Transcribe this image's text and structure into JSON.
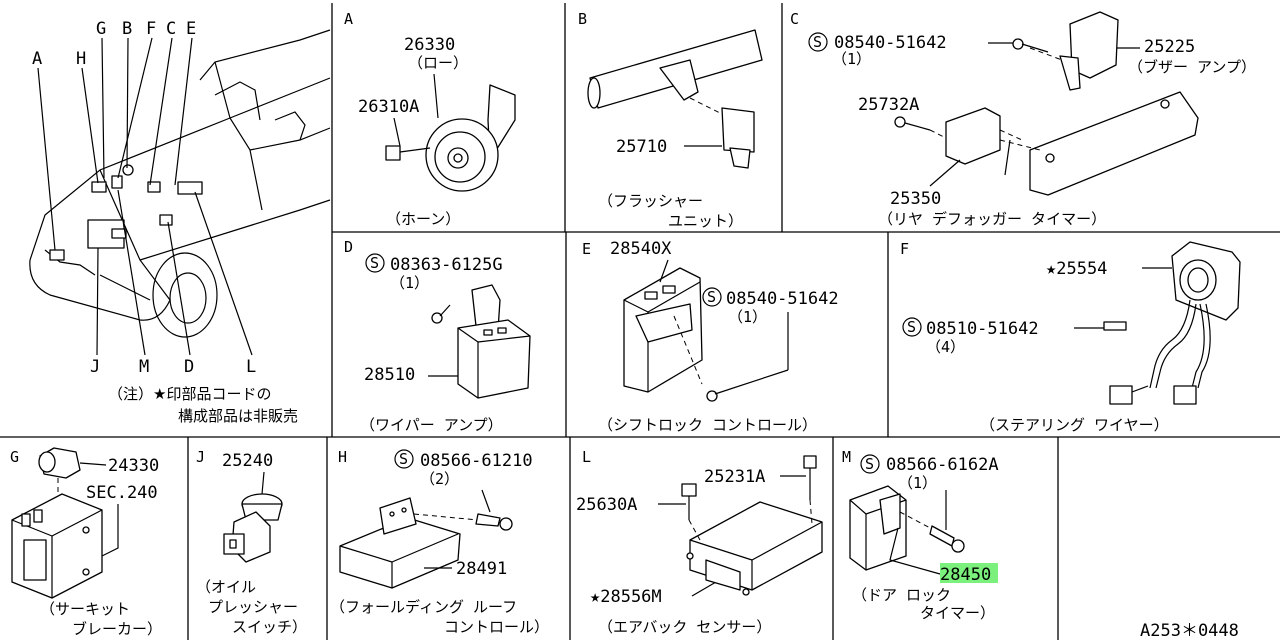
{
  "overview": {
    "letters": [
      "A",
      "H",
      "G",
      "B",
      "F",
      "C",
      "E",
      "J",
      "M",
      "D",
      "L"
    ],
    "note_line1": "（注）★印部品コードの",
    "note_line2": "構成部品は非販売"
  },
  "panels": {
    "A": {
      "letter": "A",
      "parts": [
        "26330",
        "（ロー）",
        "26310A"
      ],
      "caption": [
        "（ホーン）"
      ]
    },
    "B": {
      "letter": "B",
      "parts": [
        "25710"
      ],
      "caption": [
        "（フラッシャー",
        "ユニット）"
      ]
    },
    "C": {
      "letter": "C",
      "parts": [
        "08540-51642",
        "（1）",
        "25225",
        "（ブザー アンプ）",
        "25732A",
        "25350"
      ],
      "caption": [
        "（リヤ デフォッガー タイマー）"
      ]
    },
    "D": {
      "letter": "D",
      "parts": [
        "08363-6125G",
        "（1）",
        "28510"
      ],
      "caption": [
        "（ワイパー アンプ）"
      ]
    },
    "E": {
      "letter": "E",
      "parts": [
        "28540X",
        "08540-51642",
        "（1）"
      ],
      "caption": [
        "（シフトロック コントロール）"
      ]
    },
    "F": {
      "letter": "F",
      "parts": [
        "★25554",
        "08510-51642",
        "（4）"
      ],
      "caption": [
        "（ステアリング ワイヤー）"
      ]
    },
    "G": {
      "letter": "G",
      "parts": [
        "24330",
        "SEC.240"
      ],
      "caption": [
        "（サーキット",
        "ブレーカー）"
      ]
    },
    "J": {
      "letter": "J",
      "parts": [
        "25240"
      ],
      "caption": [
        "（オイル",
        "プレッシャー",
        "スイッチ）"
      ]
    },
    "H": {
      "letter": "H",
      "parts": [
        "08566-61210",
        "（2）",
        "28491"
      ],
      "caption": [
        "（フォールディング ルーフ",
        "コントロール）"
      ]
    },
    "L": {
      "letter": "L",
      "parts": [
        "25231A",
        "25630A",
        "★28556M"
      ],
      "caption": [
        "（エアバック センサー）"
      ]
    },
    "M": {
      "letter": "M",
      "parts": [
        "08566-6162A",
        "（1）",
        "28450"
      ],
      "caption": [
        "（ドア ロック",
        "タイマー）"
      ]
    }
  },
  "symbols": {
    "standard_part": "S"
  },
  "highlight_color": "#7cf07c",
  "diagram_code": "A253＊0448"
}
